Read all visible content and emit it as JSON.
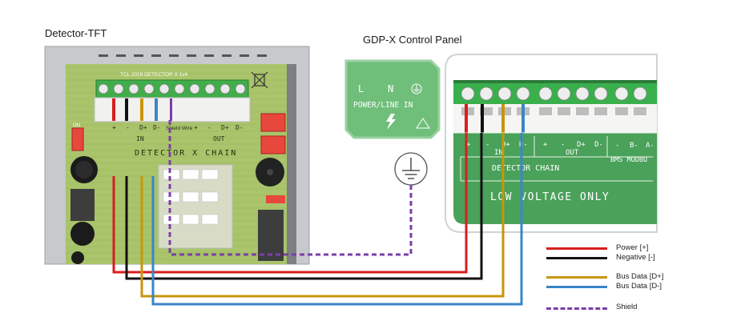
{
  "titles": {
    "left_device": "Detector-TFT",
    "right_device": "GDP-X Control Panel"
  },
  "left_board": {
    "pcb_header": "TCL 2019 DETECTOR X  1v4",
    "in_label": "IN",
    "out_label": "OUT",
    "chain_label": "DETECTOR X CHAIN",
    "shield_label": "Shield\nWire",
    "terminal_labels": [
      "+",
      "-",
      "D+",
      "D-",
      "",
      "+",
      "-",
      "D+",
      "D-"
    ],
    "switch_label": "ON"
  },
  "power_block": {
    "labels": [
      "L",
      "N"
    ],
    "caption": "POWER/LINE IN"
  },
  "right_board": {
    "in_label": "IN",
    "out_label": "OUT",
    "chain_label": "DETECTOR CHAIN",
    "warning": "LOW VOLTAGE ONLY",
    "bms_label": "BMS MODBU",
    "terminal_labels": [
      "+",
      "-",
      "D+",
      "D-",
      "+",
      "-",
      "D+",
      "D-",
      "-",
      "B-",
      "A-"
    ]
  },
  "legend": [
    {
      "label": "Power [+]",
      "color": "#d81e1e",
      "style": "solid"
    },
    {
      "label": "Negative [-]",
      "color": "#111111",
      "style": "solid"
    },
    {
      "label": "Bus Data [D+]",
      "color": "#c8960c",
      "style": "solid"
    },
    {
      "label": "Bus Data [D-]",
      "color": "#3a86c8",
      "style": "solid"
    },
    {
      "label": "Shield",
      "color": "#7a3fa8",
      "style": "dashed"
    }
  ],
  "icons": {
    "earth": "earth-ground-icon",
    "recycle": "weee-bin-icon",
    "lightning": "lightning-icon"
  }
}
